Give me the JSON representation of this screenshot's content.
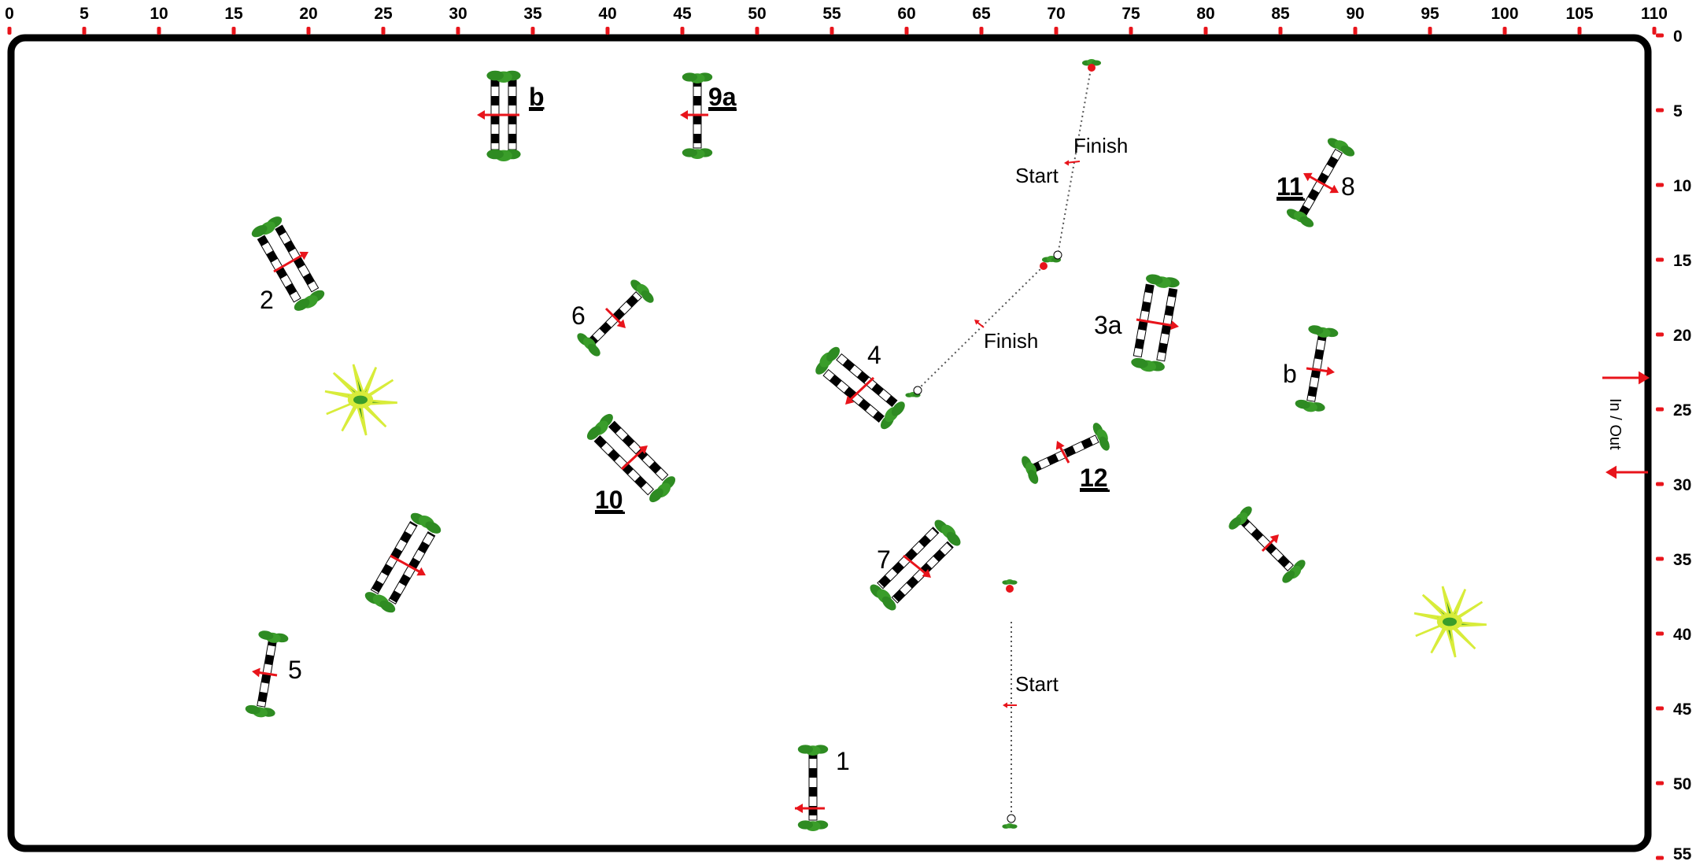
{
  "arena": {
    "x_ticks": [
      "0",
      "5",
      "10",
      "15",
      "20",
      "25",
      "30",
      "35",
      "40",
      "45",
      "50",
      "55",
      "60",
      "65",
      "70",
      "75",
      "80",
      "85",
      "90",
      "95",
      "100",
      "105",
      "110"
    ],
    "y_ticks": [
      "0",
      "5",
      "10",
      "15",
      "20",
      "25",
      "30",
      "35",
      "40",
      "45",
      "50",
      "55"
    ],
    "entrance_label": "In / Out",
    "colors": {
      "border": "#000000",
      "arrow": "#e8141b",
      "hedge": "#2e8b22",
      "tick": "#e8141b"
    }
  },
  "fence_labels": {
    "f1": "1",
    "f2": "2",
    "f3a": "3a",
    "f3b": "b",
    "f4": "4",
    "f5": "5",
    "f6": "6",
    "f7": "7",
    "f8": "8",
    "f9a": "9a",
    "f9b": "b",
    "f10": "10",
    "f11": "11",
    "f12": "12"
  },
  "start_finish": {
    "start_1": "Start",
    "finish_1": "Finish",
    "start_2": "Start",
    "finish_2": "Finish"
  },
  "icons": [
    "plant-icon",
    "hedge-icon",
    "direction-arrow-icon"
  ]
}
